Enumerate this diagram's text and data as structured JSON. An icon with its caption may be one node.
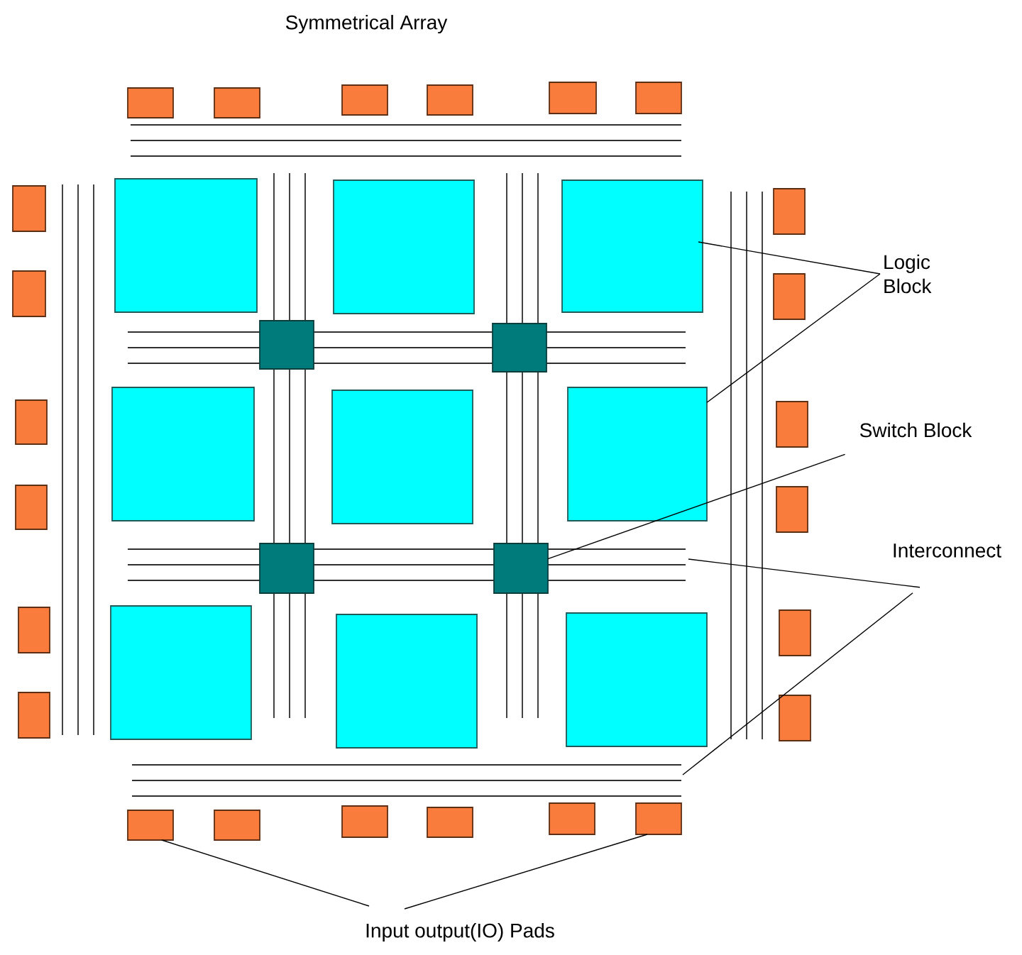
{
  "diagram": {
    "title": "Symmetrical Array",
    "nodes": [
      {
        "text": [],
        "shape": "box"
      },
      {
        "text": [],
        "shape": "box"
      },
      {
        "text": [],
        "shape": "box"
      },
      {
        "text": [],
        "shape": "box"
      },
      {
        "text": [],
        "shape": "box"
      },
      {
        "text": [],
        "shape": "box"
      },
      {
        "text": [],
        "shape": "box"
      },
      {
        "text": [],
        "shape": "box"
      },
      {
        "text": [],
        "shape": "box"
      },
      {
        "text": [],
        "shape": "box"
      },
      {
        "text": [],
        "shape": "box"
      },
      {
        "text": [
          "Logic Block"
        ]
      },
      {
        "text": [],
        "shape": "box"
      },
      {
        "text": [],
        "shape": "box"
      },
      {
        "text": [],
        "shape": "box"
      },
      {
        "text": [],
        "shape": "box"
      },
      {
        "text": [],
        "shape": "box"
      },
      {
        "text": [],
        "shape": "box"
      },
      {
        "text": [],
        "shape": "box"
      },
      {
        "text": [],
        "shape": "box"
      },
      {
        "text": [],
        "shape": "box"
      },
      {
        "text": [
          "Switch Block"
        ]
      },
      {
        "text": [],
        "shape": "box"
      },
      {
        "text": [],
        "shape": "box"
      },
      {
        "text": [],
        "shape": "box"
      },
      {
        "text": [],
        "shape": "box"
      },
      {
        "text": [
          "Interconnect"
        ]
      },
      {
        "text": [],
        "shape": "box"
      },
      {
        "text": [],
        "shape": "box"
      },
      {
        "text": [],
        "shape": "box"
      },
      {
        "text": [],
        "shape": "box"
      },
      {
        "text": [],
        "shape": "box"
      },
      {
        "text": [],
        "shape": "box"
      },
      {
        "text": [],
        "shape": "box"
      },
      {
        "text": [],
        "shape": "box"
      },
      {
        "text": [],
        "shape": "box"
      },
      {
        "text": [],
        "shape": "box"
      },
      {
        "text": [],
        "shape": "box"
      },
      {
        "text": [],
        "shape": "box"
      },
      {
        "text": [],
        "shape": "box"
      },
      {
        "text": [
          "Input output(IO) Pads"
        ]
      }
    ],
    "edges": [
      {
        "from": 11,
        "to": 9,
        "arrow": "none"
      },
      {
        "from": 11,
        "to": 19,
        "arrow": "none"
      },
      {
        "from": 21,
        "to": 25,
        "arrow": "none"
      },
      {
        "from": 26,
        "to": null,
        "arrow": "none"
      },
      {
        "from": 26,
        "to": null,
        "arrow": "none"
      },
      {
        "from": 40,
        "to": 34,
        "arrow": "none"
      },
      {
        "from": 40,
        "to": 39,
        "arrow": "none"
      }
    ]
  }
}
